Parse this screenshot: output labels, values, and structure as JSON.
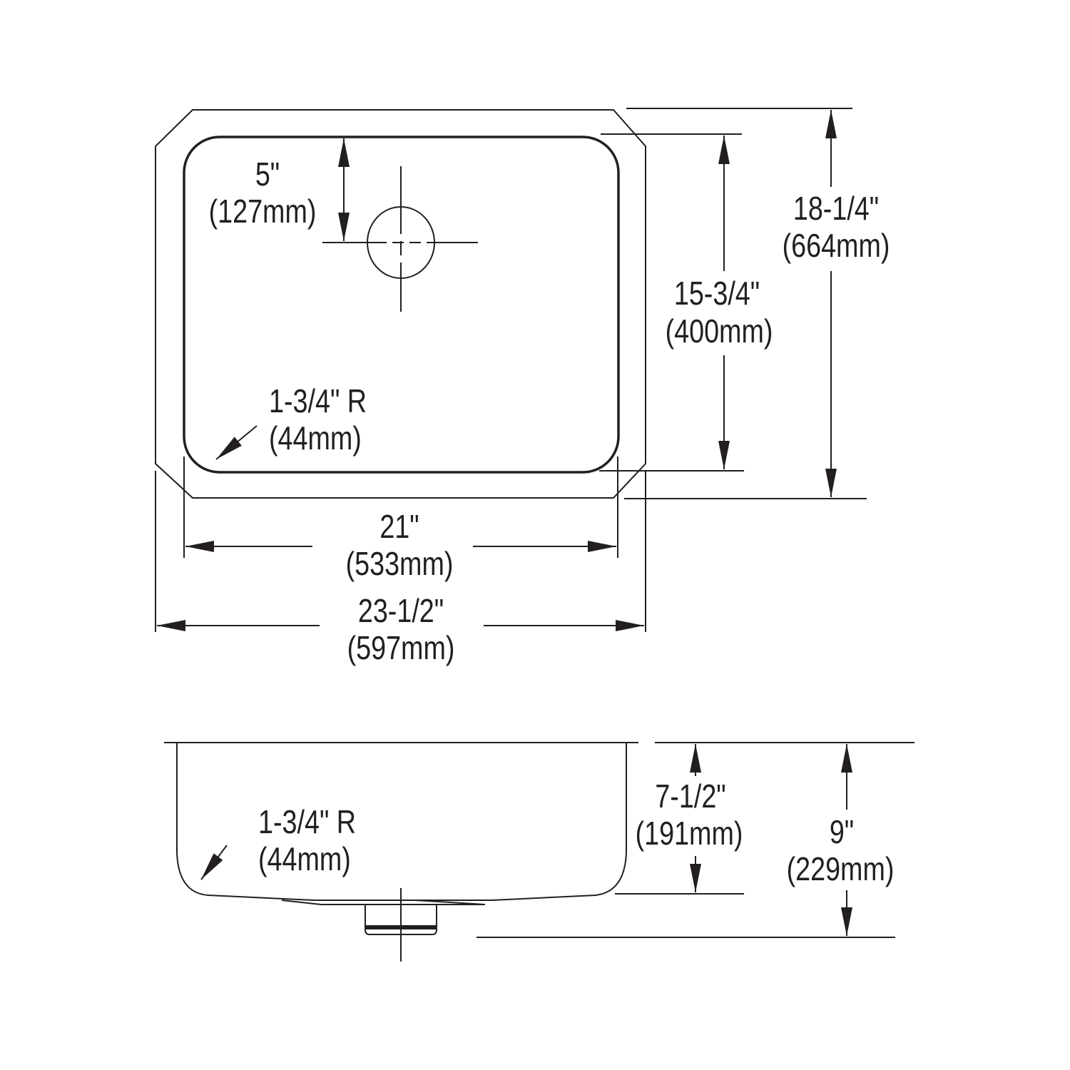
{
  "top_view": {
    "drain_offset": {
      "in": "5\"",
      "mm": "(127mm)"
    },
    "corner_radius": {
      "in": "1-3/4\" R",
      "mm": "(44mm)"
    },
    "bowl_length": {
      "in": "15-3/4\"",
      "mm": "(400mm)"
    },
    "overall_length": {
      "in": "18-1/4\"",
      "mm": "(664mm)"
    },
    "bowl_width": {
      "in": "21\"",
      "mm": "(533mm)"
    },
    "overall_width": {
      "in": "23-1/2\"",
      "mm": "(597mm)"
    }
  },
  "side_view": {
    "corner_radius": {
      "in": "1-3/4\" R",
      "mm": "(44mm)"
    },
    "bowl_depth": {
      "in": "7-1/2\"",
      "mm": "(191mm)"
    },
    "overall_depth": {
      "in": "9\"",
      "mm": "(229mm)"
    }
  },
  "colors": {
    "line": "#231f20",
    "background": "#ffffff"
  }
}
